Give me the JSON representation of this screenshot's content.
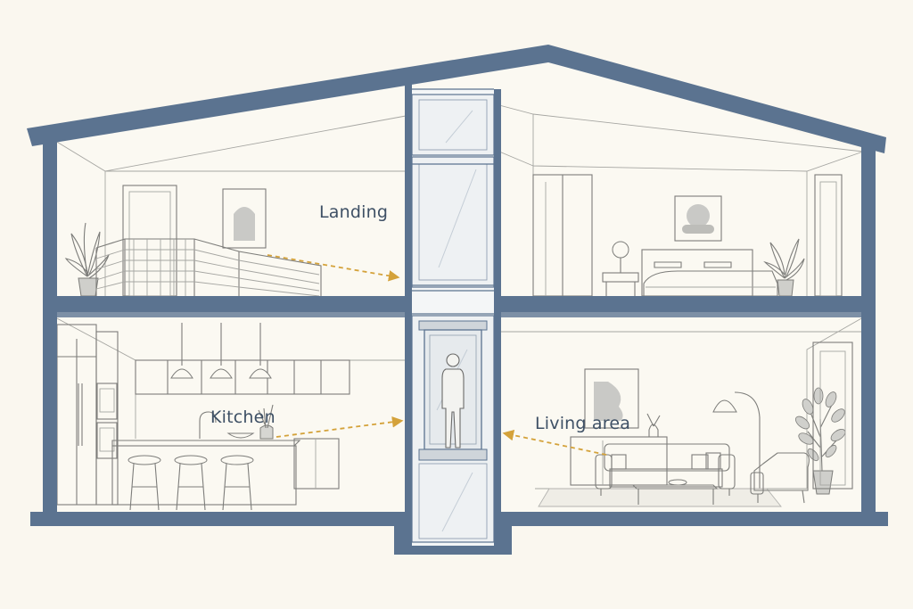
{
  "labels": {
    "landing": "Landing",
    "kitchen": "Kitchen",
    "living": "Living area"
  },
  "colors": {
    "background": "#faf7ef",
    "structure": "#5b7390",
    "arrow": "#d4a23a",
    "label_text": "#3e5065",
    "line_art": "#7d7d7a"
  }
}
